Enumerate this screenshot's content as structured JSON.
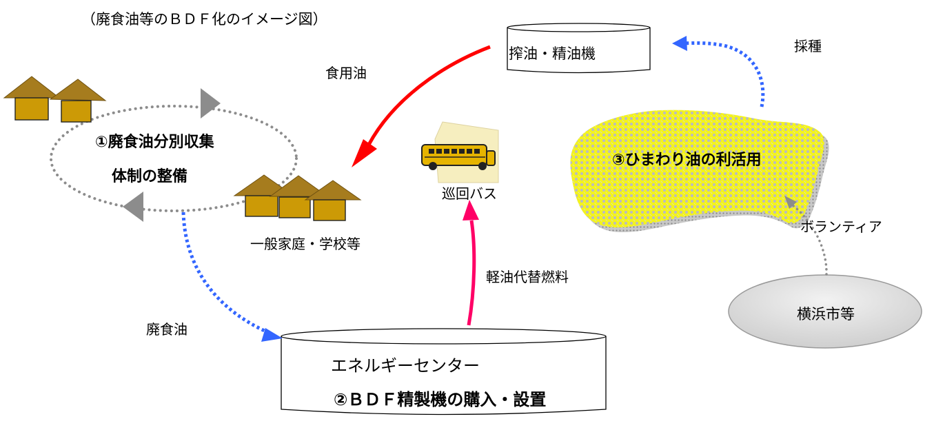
{
  "caption": "（廃食油等のＢＤＦ化のイメージ図）",
  "nodes": {
    "press_machine": "搾油・精油機",
    "collection_line1": "①廃食油分別収集",
    "collection_line2": "体制の整備",
    "households": "一般家庭・学校等",
    "bus": "巡回バス",
    "sunflower": "③ひまわり油の利活用",
    "yokohama": "横浜市等",
    "energy_center_line1": "エネルギーセンター",
    "energy_center_line2": "②ＢＤＦ精製機の購入・設置"
  },
  "edges": {
    "edible_oil": "食用油",
    "seeding": "採種",
    "volunteer": "ボランティア",
    "diesel_substitute": "軽油代替燃料",
    "waste_oil": "廃食油"
  },
  "colors": {
    "edible_arrow": "#ff0000",
    "fuel_arrow": "#ff0066",
    "dotted_arrow": "#3366ff",
    "house_roof": "#a67c1e",
    "house_body": "#cc9a06",
    "sunflower_fill": "#f2f21a",
    "yokohama_fill": "#d9d9d9",
    "loop_gray": "#8c8c8c"
  }
}
